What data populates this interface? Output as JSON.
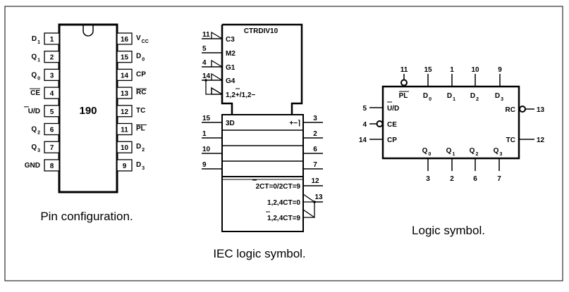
{
  "captions": {
    "pin_configuration": "Pin configuration.",
    "iec_logic_symbol": "IEC logic symbol.",
    "logic_symbol": "Logic symbol."
  },
  "pin_config": {
    "chip_label": "190",
    "left_pins": [
      {
        "num": "1",
        "name": "D",
        "sub": "1",
        "overbar": false
      },
      {
        "num": "2",
        "name": "Q",
        "sub": "1",
        "overbar": false
      },
      {
        "num": "3",
        "name": "Q",
        "sub": "0",
        "overbar": false
      },
      {
        "num": "4",
        "name": "CE",
        "sub": "",
        "overbar": true
      },
      {
        "num": "5",
        "name": "U/D",
        "sub": "",
        "overbar": "U"
      },
      {
        "num": "6",
        "name": "Q",
        "sub": "2",
        "overbar": false
      },
      {
        "num": "7",
        "name": "Q",
        "sub": "3",
        "overbar": false
      },
      {
        "num": "8",
        "name": "GND",
        "sub": "",
        "overbar": false
      }
    ],
    "right_pins": [
      {
        "num": "16",
        "name": "V",
        "sub": "CC",
        "overbar": false
      },
      {
        "num": "15",
        "name": "D",
        "sub": "0",
        "overbar": false
      },
      {
        "num": "14",
        "name": "CP",
        "sub": "",
        "overbar": false
      },
      {
        "num": "13",
        "name": "RC",
        "sub": "",
        "overbar": true
      },
      {
        "num": "12",
        "name": "TC",
        "sub": "",
        "overbar": false
      },
      {
        "num": "11",
        "name": "PL",
        "sub": "",
        "overbar": true
      },
      {
        "num": "10",
        "name": "D",
        "sub": "2",
        "overbar": false
      },
      {
        "num": "9",
        "name": "D",
        "sub": "3",
        "overbar": false
      }
    ]
  },
  "iec": {
    "title": "CTRDIV10",
    "control_inputs": [
      {
        "pin": "11",
        "label": "C3",
        "dynamic": true
      },
      {
        "pin": "5",
        "label": "M2",
        "dynamic": false
      },
      {
        "pin": "4",
        "label": "G1",
        "dynamic": true
      },
      {
        "pin": "14",
        "label": "G4",
        "dynamic": true
      },
      {
        "pin": "",
        "label": "1,2+/1,2−",
        "dynamic": true
      }
    ],
    "data_rows": [
      {
        "in_pin": "15",
        "out_pin": "3",
        "in_label": "3D",
        "out_label": "+−⌉"
      },
      {
        "in_pin": "1",
        "out_pin": "2",
        "in_label": "",
        "out_label": ""
      },
      {
        "in_pin": "10",
        "out_pin": "6",
        "in_label": "",
        "out_label": ""
      },
      {
        "in_pin": "9",
        "out_pin": "7",
        "in_label": "",
        "out_label": ""
      }
    ],
    "status_outputs": [
      {
        "label": "2CT=0/2CT=9",
        "pin": "12"
      },
      {
        "label": "1,2,4CT=0",
        "pin": "13"
      },
      {
        "label": "1,2,4CT=9",
        "pin": ""
      }
    ]
  },
  "logic": {
    "top_pins": [
      {
        "pin": "11",
        "label": "PL",
        "sub": "",
        "inverted": true
      },
      {
        "pin": "15",
        "label": "D",
        "sub": "0",
        "inverted": false
      },
      {
        "pin": "1",
        "label": "D",
        "sub": "1",
        "inverted": false
      },
      {
        "pin": "10",
        "label": "D",
        "sub": "2",
        "inverted": false
      },
      {
        "pin": "9",
        "label": "D",
        "sub": "3",
        "inverted": false
      }
    ],
    "left_pins": [
      {
        "pin": "5",
        "label": "U/D",
        "inverted": false
      },
      {
        "pin": "4",
        "label": "CE",
        "inverted": true
      },
      {
        "pin": "14",
        "label": "CP",
        "inverted": false
      }
    ],
    "right_pins": [
      {
        "pin": "13",
        "label": "RC",
        "inverted": true
      },
      {
        "pin": "12",
        "label": "TC",
        "inverted": false
      }
    ],
    "bottom_pins": [
      {
        "pin": "3",
        "label": "Q",
        "sub": "0"
      },
      {
        "pin": "2",
        "label": "Q",
        "sub": "1"
      },
      {
        "pin": "6",
        "label": "Q",
        "sub": "2"
      },
      {
        "pin": "7",
        "label": "Q",
        "sub": "3"
      }
    ]
  }
}
